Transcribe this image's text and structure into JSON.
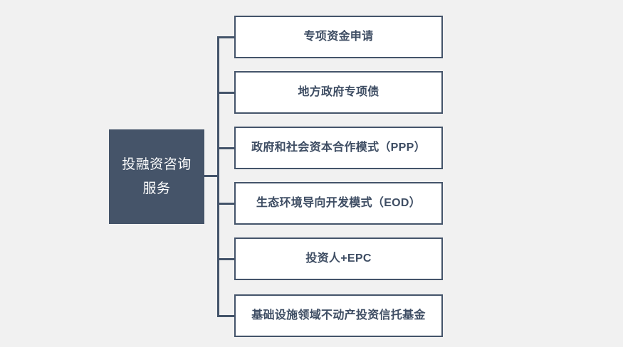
{
  "diagram": {
    "title": "投融资咨询服务",
    "type": "tree",
    "background_color": "#f1f1f1",
    "accent_color": "#44546a",
    "root": {
      "label": "投融资咨询\n服务",
      "fill_color": "#455469",
      "text_color": "#ffffff"
    },
    "children": [
      {
        "label": "专项资金申请"
      },
      {
        "label": "地方政府专项债"
      },
      {
        "label": "政府和社会资本合作模式（PPP）"
      },
      {
        "label": "生态环境导向开发模式（EOD）"
      },
      {
        "label": "投资人+EPC"
      },
      {
        "label": "基础设施领域不动产投资信托基金"
      }
    ]
  }
}
